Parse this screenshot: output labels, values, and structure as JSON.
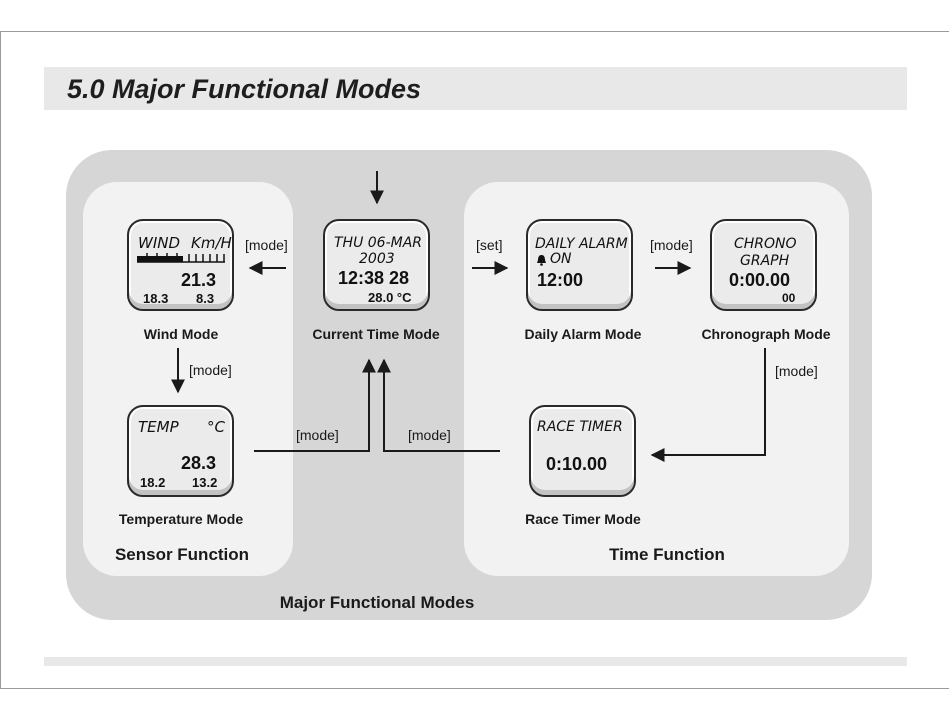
{
  "section_title": "5.0   Major Functional Modes",
  "diagram_caption": "Major Functional Modes",
  "functions": {
    "sensor": "Sensor Function",
    "time": "Time Function"
  },
  "modes": {
    "wind": {
      "label": "Wind Mode",
      "lcd": {
        "title": "WIND",
        "unit": "Km/H",
        "value": "21.3",
        "left": "18.3",
        "right": "8.3"
      }
    },
    "temperature": {
      "label": "Temperature Mode",
      "lcd": {
        "title": "TEMP",
        "unit": "°C",
        "value": "28.3",
        "left": "18.2",
        "right": "13.2"
      }
    },
    "current_time": {
      "label": "Current Time Mode",
      "lcd": {
        "date": "THU 06-MAR",
        "year": "2003",
        "time": "12:38 28",
        "temp": "28.0 °C"
      }
    },
    "daily_alarm": {
      "label": "Daily Alarm Mode",
      "lcd": {
        "line1": "DAILY ALARM",
        "status": "ON",
        "time": "12:00"
      }
    },
    "chronograph": {
      "label": "Chronograph Mode",
      "lcd": {
        "line1": "CHRONO",
        "line2": "GRAPH",
        "time": "0:00.00",
        "sub": "00"
      }
    },
    "race_timer": {
      "label": "Race Timer Mode",
      "lcd": {
        "line1": "RACE  TIMER",
        "time": "0:10.00"
      }
    }
  },
  "transitions": {
    "time_to_wind": "[mode]",
    "wind_to_temp": "[mode]",
    "temp_to_time": "[mode]",
    "time_to_alarm": "[set]",
    "alarm_to_chrono": "[mode]",
    "chrono_to_race": "[mode]",
    "race_to_time": "[mode]"
  },
  "icons": {
    "alarm_bell": "bell-icon"
  }
}
